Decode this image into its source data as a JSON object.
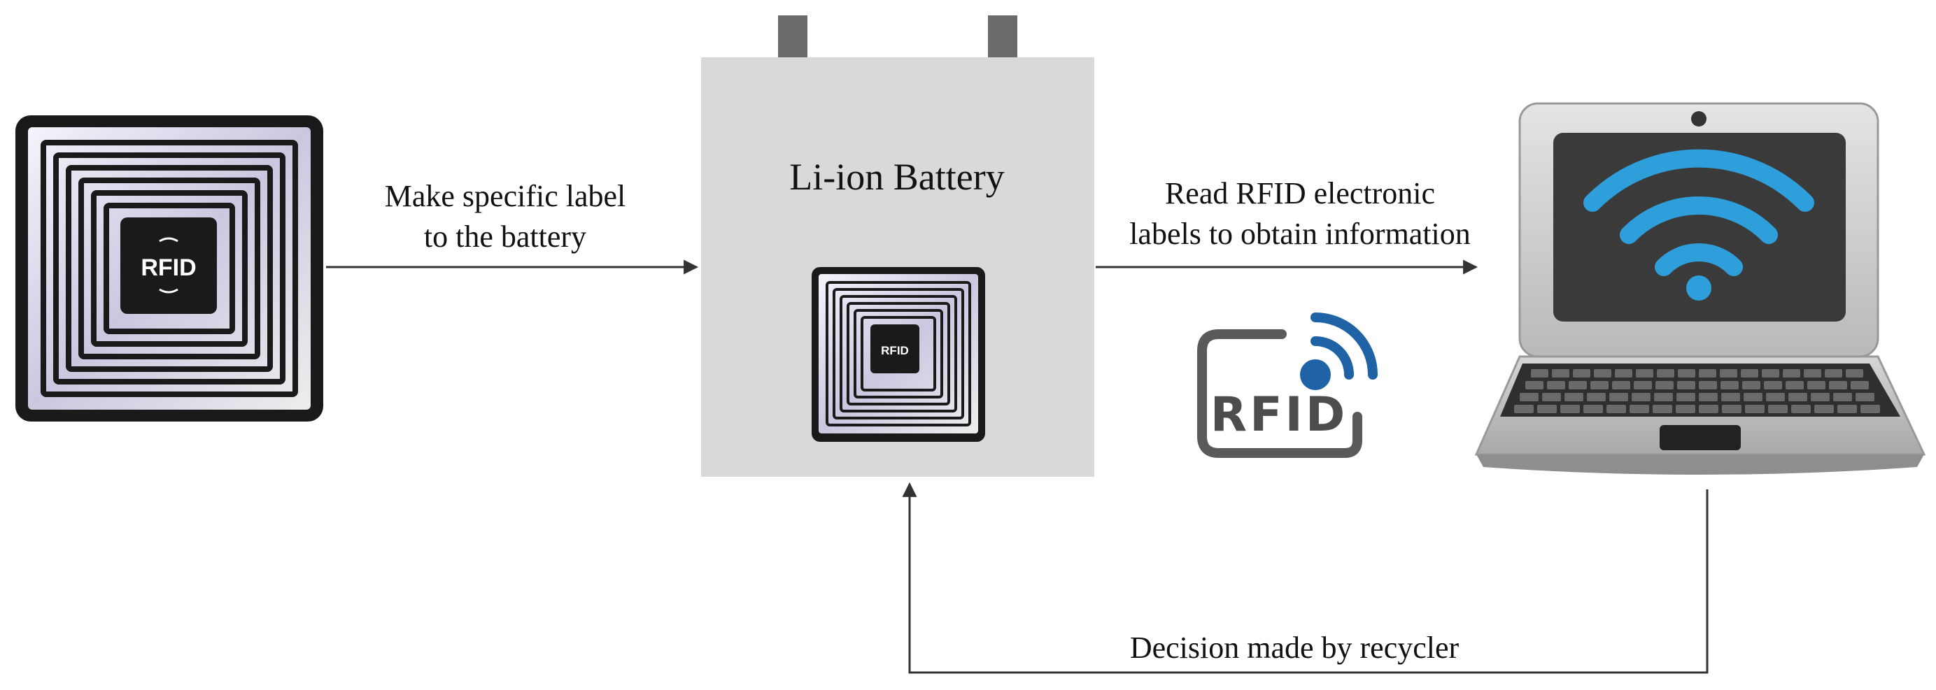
{
  "steps": {
    "label_step": {
      "line1": "Make specific label",
      "line2": "to the battery"
    },
    "read_step": {
      "line1": "Read RFID electronic",
      "line2": "labels to obtain information"
    },
    "decision_step": "Decision made by recycler"
  },
  "battery": {
    "title": "Li-ion Battery"
  },
  "rfid_tag": {
    "chip_text": "RFID"
  },
  "rfid_logo": {
    "text": "RFID"
  },
  "icons": [
    "rfid-tag-icon",
    "battery-icon",
    "rfid-logo-icon",
    "laptop-icon",
    "wifi-icon"
  ],
  "colors": {
    "battery_body": "#d9d9d9",
    "battery_terminal": "#6b6b6b",
    "tag_frame": "#1a1a1a",
    "wifi": "#2f9fdc",
    "rfid_logo_blue": "#1f63a6",
    "rfid_logo_gray": "#5a5a5a",
    "laptop_body": "#c9c9c9",
    "laptop_screen": "#3a3a3a",
    "arrow": "#333333"
  }
}
